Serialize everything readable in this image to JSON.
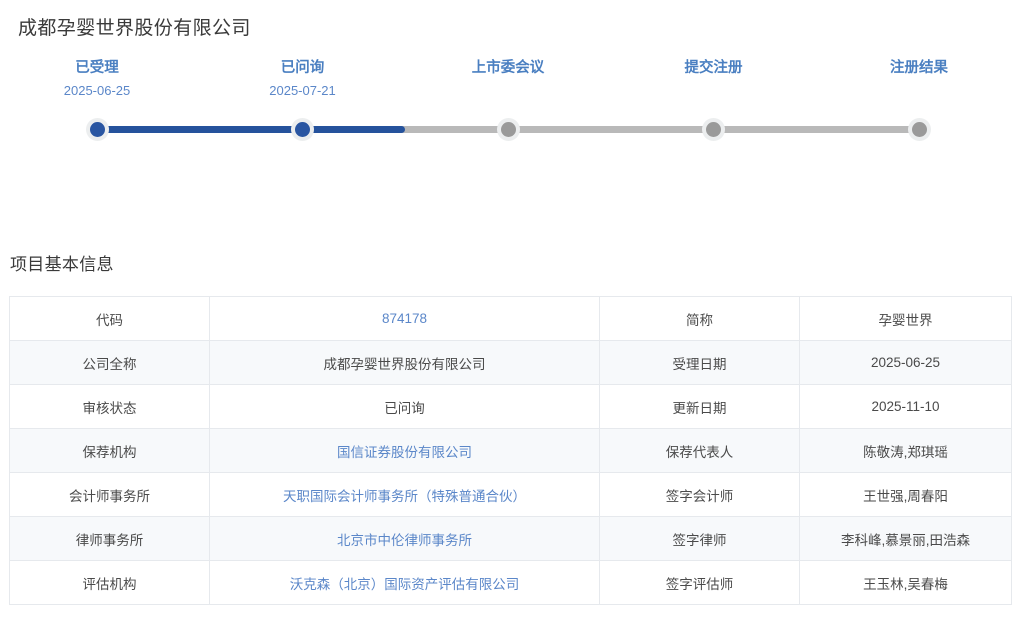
{
  "page": {
    "company_title": "成都孕婴世界股份有限公司"
  },
  "stepper": {
    "active_index": 1,
    "active_color": "#2a56a2",
    "inactive_color": "#9a9a9a",
    "label_color": "#4a7fc1",
    "steps": [
      {
        "label": "已受理",
        "date": "2025-06-25",
        "state": "done"
      },
      {
        "label": "已问询",
        "date": "2025-07-21",
        "state": "done"
      },
      {
        "label": "上市委会议",
        "date": "",
        "state": "pending"
      },
      {
        "label": "提交注册",
        "date": "",
        "state": "pending"
      },
      {
        "label": "注册结果",
        "date": "",
        "state": "pending"
      }
    ]
  },
  "section": {
    "title": "项目基本信息"
  },
  "table": {
    "link_color": "#5b87c9",
    "rows": [
      {
        "label1": "代码",
        "value1": "874178",
        "value1_link": true,
        "label2": "简称",
        "value2": "孕婴世界",
        "value2_link": false
      },
      {
        "label1": "公司全称",
        "value1": "成都孕婴世界股份有限公司",
        "value1_link": false,
        "label2": "受理日期",
        "value2": "2025-06-25",
        "value2_link": false
      },
      {
        "label1": "审核状态",
        "value1": "已问询",
        "value1_link": false,
        "label2": "更新日期",
        "value2": "2025-11-10",
        "value2_link": false
      },
      {
        "label1": "保荐机构",
        "value1": "国信证券股份有限公司",
        "value1_link": true,
        "label2": "保荐代表人",
        "value2": "陈敬涛,郑琪瑶",
        "value2_link": false
      },
      {
        "label1": "会计师事务所",
        "value1": "天职国际会计师事务所（特殊普通合伙）",
        "value1_link": true,
        "label2": "签字会计师",
        "value2": "王世强,周春阳",
        "value2_link": false
      },
      {
        "label1": "律师事务所",
        "value1": "北京市中伦律师事务所",
        "value1_link": true,
        "label2": "签字律师",
        "value2": "李科峰,慕景丽,田浩森",
        "value2_link": false
      },
      {
        "label1": "评估机构",
        "value1": "沃克森（北京）国际资产评估有限公司",
        "value1_link": true,
        "label2": "签字评估师",
        "value2": "王玉林,吴春梅",
        "value2_link": false
      }
    ]
  }
}
